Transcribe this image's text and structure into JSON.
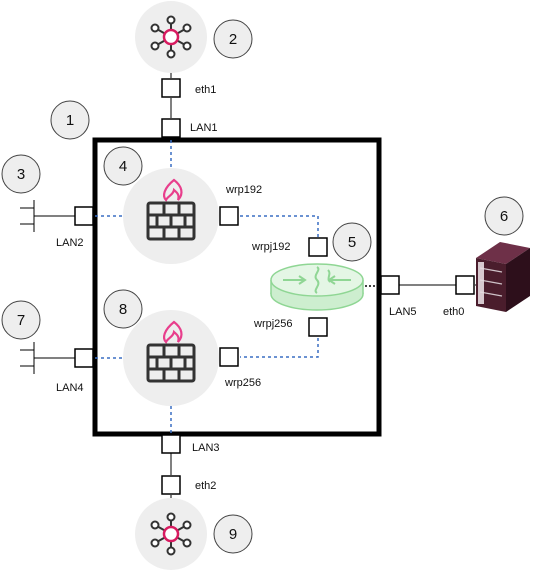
{
  "callouts": {
    "n1": "1",
    "n2": "2",
    "n3": "3",
    "n4": "4",
    "n5": "5",
    "n6": "6",
    "n7": "7",
    "n8": "8",
    "n9": "9"
  },
  "ports": {
    "eth1": "eth1",
    "lan1": "LAN1",
    "lan2": "LAN2",
    "lan3": "LAN3",
    "lan4": "LAN4",
    "lan5": "LAN5",
    "eth0": "eth0",
    "eth2": "eth2",
    "wrp192": "wrp192",
    "wrpj192": "wrpj192",
    "wrpj256": "wrpj256",
    "wrp256": "wrp256"
  },
  "colors": {
    "box_border": "#000000",
    "dashed_link": "#3a6fc4",
    "node_bg": "#eeeeee",
    "hub_accent": "#d81b60",
    "firewall_flame": "#e83e8c",
    "firewall_body": "#333333",
    "router_green": "#8fd694",
    "server_dark": "#4a1d2c"
  },
  "icons": {
    "top_hub": "network-hub-icon",
    "bottom_hub": "network-hub-icon",
    "firewall_upper": "firewall-icon",
    "firewall_lower": "firewall-icon",
    "router": "router-icon",
    "server": "server-icon",
    "cable_left_upper": "cable-connector-icon",
    "cable_left_lower": "cable-connector-icon"
  }
}
